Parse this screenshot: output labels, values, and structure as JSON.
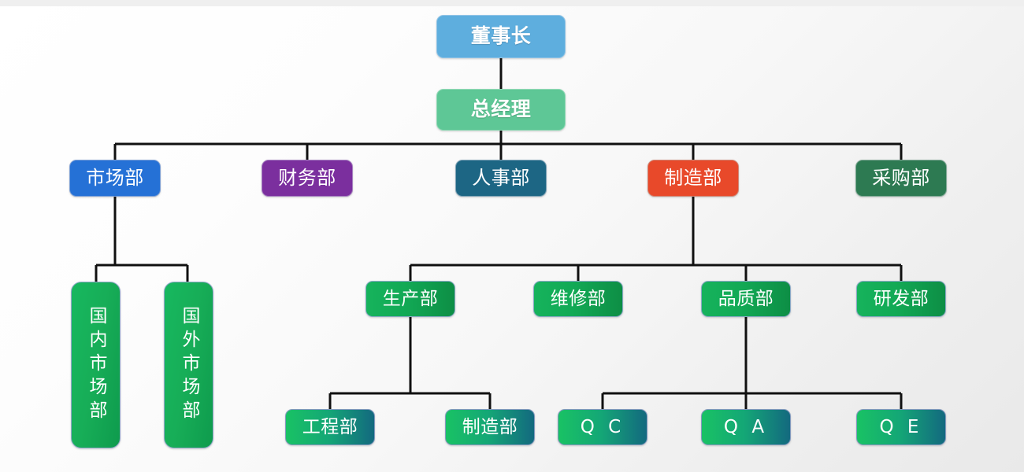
{
  "chart_data": {
    "type": "diagram",
    "diagram_kind": "organizational-chart",
    "title": "",
    "orientation": "top-down",
    "levels": 5,
    "nodes": [
      {
        "id": "chairman",
        "label": "董事长",
        "level": 1,
        "parent": null,
        "color": "#5eaede",
        "shape": "rounded-rect",
        "text_orientation": "horizontal"
      },
      {
        "id": "gm",
        "label": "总经理",
        "level": 2,
        "parent": "chairman",
        "color": "#5ec796",
        "shape": "rounded-rect",
        "text_orientation": "horizontal"
      },
      {
        "id": "market",
        "label": "市场部",
        "level": 3,
        "parent": "gm",
        "color": "#2571d6",
        "shape": "rounded-rect",
        "text_orientation": "horizontal"
      },
      {
        "id": "finance",
        "label": "财务部",
        "level": 3,
        "parent": "gm",
        "color": "#7b2f9e",
        "shape": "rounded-rect",
        "text_orientation": "horizontal"
      },
      {
        "id": "hr",
        "label": "人事部",
        "level": 3,
        "parent": "gm",
        "color": "#1d6684",
        "shape": "rounded-rect",
        "text_orientation": "horizontal"
      },
      {
        "id": "mfg",
        "label": "制造部",
        "level": 3,
        "parent": "gm",
        "color": "#e8492a",
        "shape": "rounded-rect",
        "text_orientation": "horizontal"
      },
      {
        "id": "purchase",
        "label": "采购部",
        "level": 3,
        "parent": "gm",
        "color": "#2d7a52",
        "shape": "rounded-rect",
        "text_orientation": "horizontal"
      },
      {
        "id": "domestic",
        "label": "国内市场部",
        "level": 4,
        "parent": "market",
        "color": "#17ad57",
        "shape": "tall-rounded-rect",
        "text_orientation": "vertical"
      },
      {
        "id": "overseas",
        "label": "国外市场部",
        "level": 4,
        "parent": "market",
        "color": "#17ad57",
        "shape": "tall-rounded-rect",
        "text_orientation": "vertical"
      },
      {
        "id": "production",
        "label": "生产部",
        "level": 4,
        "parent": "mfg",
        "color": "#12a955",
        "shape": "rounded-rect",
        "text_orientation": "horizontal"
      },
      {
        "id": "maintenance",
        "label": "维修部",
        "level": 4,
        "parent": "mfg",
        "color": "#12a955",
        "shape": "rounded-rect",
        "text_orientation": "horizontal"
      },
      {
        "id": "quality",
        "label": "品质部",
        "level": 4,
        "parent": "mfg",
        "color": "#12a955",
        "shape": "rounded-rect",
        "text_orientation": "horizontal"
      },
      {
        "id": "rnd",
        "label": "研发部",
        "level": 4,
        "parent": "mfg",
        "color": "#12a955",
        "shape": "rounded-rect",
        "text_orientation": "horizontal"
      },
      {
        "id": "engineering",
        "label": "工程部",
        "level": 5,
        "parent": "production",
        "color": "#14a776",
        "shape": "rounded-rect",
        "text_orientation": "horizontal"
      },
      {
        "id": "manufacturing",
        "label": "制造部",
        "level": 5,
        "parent": "production",
        "color": "#14a776",
        "shape": "rounded-rect",
        "text_orientation": "horizontal"
      },
      {
        "id": "qc",
        "label": "Q C",
        "level": 5,
        "parent": "quality",
        "color": "#14a776",
        "shape": "rounded-rect",
        "text_orientation": "horizontal"
      },
      {
        "id": "qa",
        "label": "Q A",
        "level": 5,
        "parent": "quality",
        "color": "#14a776",
        "shape": "rounded-rect",
        "text_orientation": "horizontal"
      },
      {
        "id": "qe",
        "label": "Q E",
        "level": 5,
        "parent": "quality",
        "color": "#14a776",
        "shape": "rounded-rect",
        "text_orientation": "horizontal"
      }
    ],
    "edges": [
      {
        "from": "chairman",
        "to": "gm"
      },
      {
        "from": "gm",
        "to": "market"
      },
      {
        "from": "gm",
        "to": "finance"
      },
      {
        "from": "gm",
        "to": "hr"
      },
      {
        "from": "gm",
        "to": "mfg"
      },
      {
        "from": "gm",
        "to": "purchase"
      },
      {
        "from": "market",
        "to": "domestic"
      },
      {
        "from": "market",
        "to": "overseas"
      },
      {
        "from": "mfg",
        "to": "production"
      },
      {
        "from": "mfg",
        "to": "maintenance"
      },
      {
        "from": "mfg",
        "to": "quality"
      },
      {
        "from": "mfg",
        "to": "rnd"
      },
      {
        "from": "production",
        "to": "engineering"
      },
      {
        "from": "production",
        "to": "manufacturing"
      },
      {
        "from": "quality",
        "to": "qc"
      },
      {
        "from": "quality",
        "to": "qa"
      },
      {
        "from": "quality",
        "to": "qe"
      }
    ],
    "connector_color": "#101010",
    "background_colors": [
      "#ffffff",
      "#e9e9e9"
    ]
  },
  "org": {
    "chairman": "董事长",
    "gm": "总经理",
    "market": "市场部",
    "finance": "财务部",
    "hr": "人事部",
    "mfg": "制造部",
    "purchase": "采购部",
    "domestic": "国内市场部",
    "overseas": "国外市场部",
    "production": "生产部",
    "maintenance": "维修部",
    "quality": "品质部",
    "rnd": "研发部",
    "engineering": "工程部",
    "manufacturing": "制造部",
    "qc": "Q C",
    "qa": "Q A",
    "qe": "Q E"
  }
}
